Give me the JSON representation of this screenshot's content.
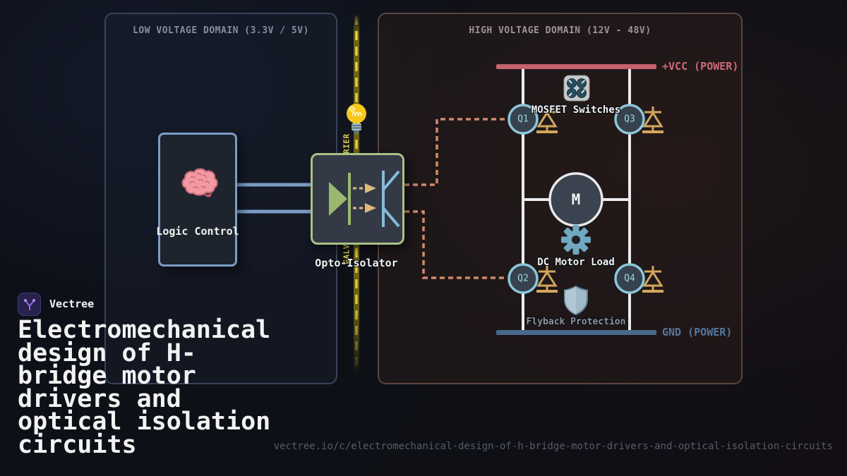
{
  "brand": {
    "name": "Vectree",
    "logo_icon": "vectree-branch-icon"
  },
  "page": {
    "title": "Electromechanical design of H-bridge motor drivers and optical isolation circuits",
    "url": "vectree.io/c/electromechanical-design-of-h-bridge-motor-drivers-and-optical-isolation-circuits"
  },
  "low_voltage_domain": {
    "title": "LOW VOLTAGE DOMAIN (3.3V / 5V)",
    "logic_control": {
      "label": "Logic Control",
      "icon": "brain-icon"
    }
  },
  "isolation_barrier": {
    "label": "GALVANIC ISOLATION BARRIER",
    "icon": "light-bulb-icon"
  },
  "opto_isolator": {
    "label": "Opto-Isolator"
  },
  "high_voltage_domain": {
    "title": "HIGH VOLTAGE DOMAIN (12V - 48V)",
    "vcc_rail": {
      "label": "+VCC (POWER)",
      "color": "#c4626e"
    },
    "gnd_rail": {
      "label": "GND (POWER)",
      "color": "#49698c"
    },
    "mosfet_switches": {
      "label": "MOSFET Switches",
      "icon": "control-knobs-icon",
      "transistors": [
        "Q1",
        "Q3",
        "Q2",
        "Q4"
      ]
    },
    "motor": {
      "symbol": "M",
      "label": "DC Motor Load",
      "icon": "gear-icon"
    },
    "flyback": {
      "label": "Flyback Protection",
      "icon": "shield-icon"
    }
  },
  "colors": {
    "vcc_rail": "#c4626e",
    "gnd_rail": "#49698c",
    "wire_white": "#ebebee",
    "wire_blue": "#7a9cc6",
    "signal_dashed_orange": "#cd8b6d",
    "barrier_yellow": "#e8d84a",
    "opto_border_green": "#a9c183",
    "logic_border_blue": "#7a9cc6",
    "diode_tan": "#d2a65c",
    "q_circle_border": "#8cc6da",
    "background": "#0d1019"
  }
}
